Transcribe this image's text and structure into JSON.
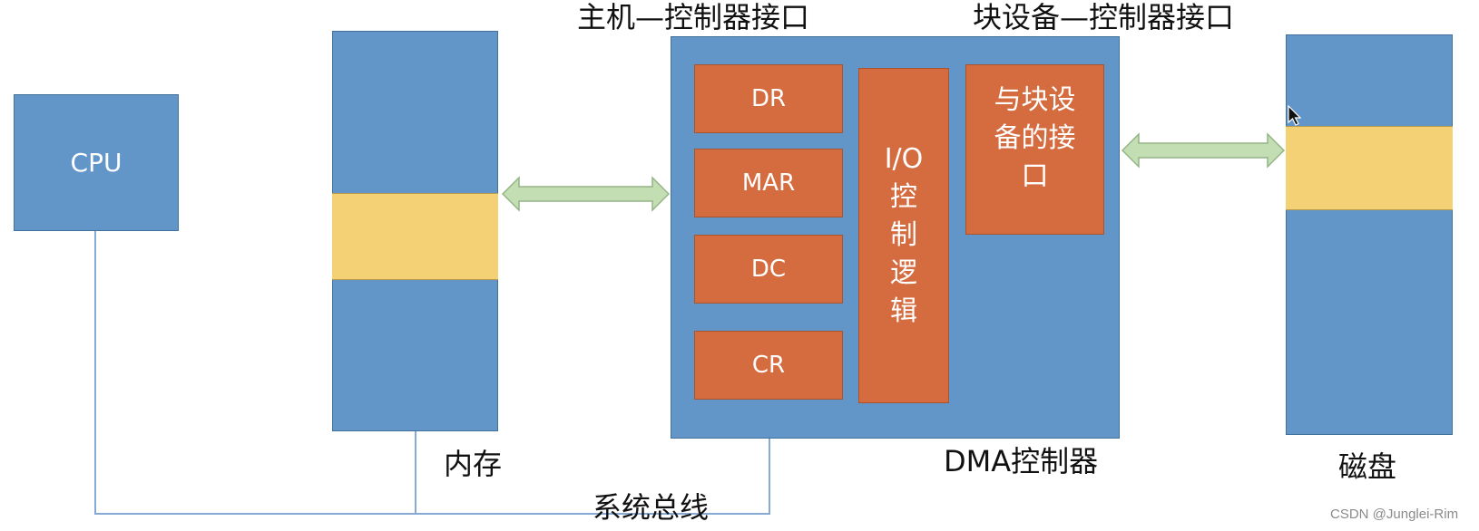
{
  "cpu": {
    "label": "CPU"
  },
  "memory": {
    "label": "内存"
  },
  "dma": {
    "label": "DMA控制器",
    "registers": [
      "DR",
      "MAR",
      "DC",
      "CR"
    ],
    "io_logic": [
      "I/O",
      "控",
      "制",
      "逻",
      "辑"
    ],
    "block_interface": [
      "与块设",
      "备的接",
      "口"
    ]
  },
  "disk": {
    "label": "磁盘"
  },
  "interfaces": {
    "host": "主机—控制器接口",
    "block": "块设备—控制器接口"
  },
  "bus": {
    "label": "系统总线"
  },
  "watermark": "CSDN @Junglei-Rim",
  "colors": {
    "box_blue": "#6396c8",
    "register_orange": "#d56c40",
    "buffer_yellow": "#f5d176",
    "arrow_green": "#c4deb3",
    "bus_line": "#86aad4"
  },
  "icons": [
    "cursor-icon",
    "double-arrow-icon"
  ]
}
